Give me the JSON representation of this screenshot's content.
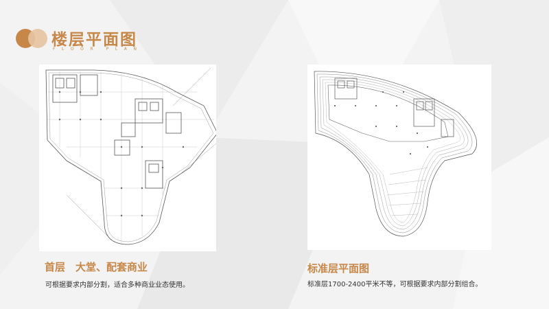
{
  "header": {
    "title": "楼层平面图",
    "subtitle_letters": [
      "F",
      "L",
      "O",
      "O",
      "R",
      "",
      "P",
      "L",
      "A",
      "N"
    ]
  },
  "plans": [
    {
      "title": "首层　大堂、配套商业",
      "description": "可根据要求内部分割，适合多种商业业态使用。"
    },
    {
      "title": "标准层平面图",
      "description": "标准层1700-2400平米不等，可根据要求内部分割组合。"
    }
  ],
  "colors": {
    "accent": "#c68748",
    "logo_dark": "#c68748",
    "logo_light": "#e6c4a1"
  }
}
